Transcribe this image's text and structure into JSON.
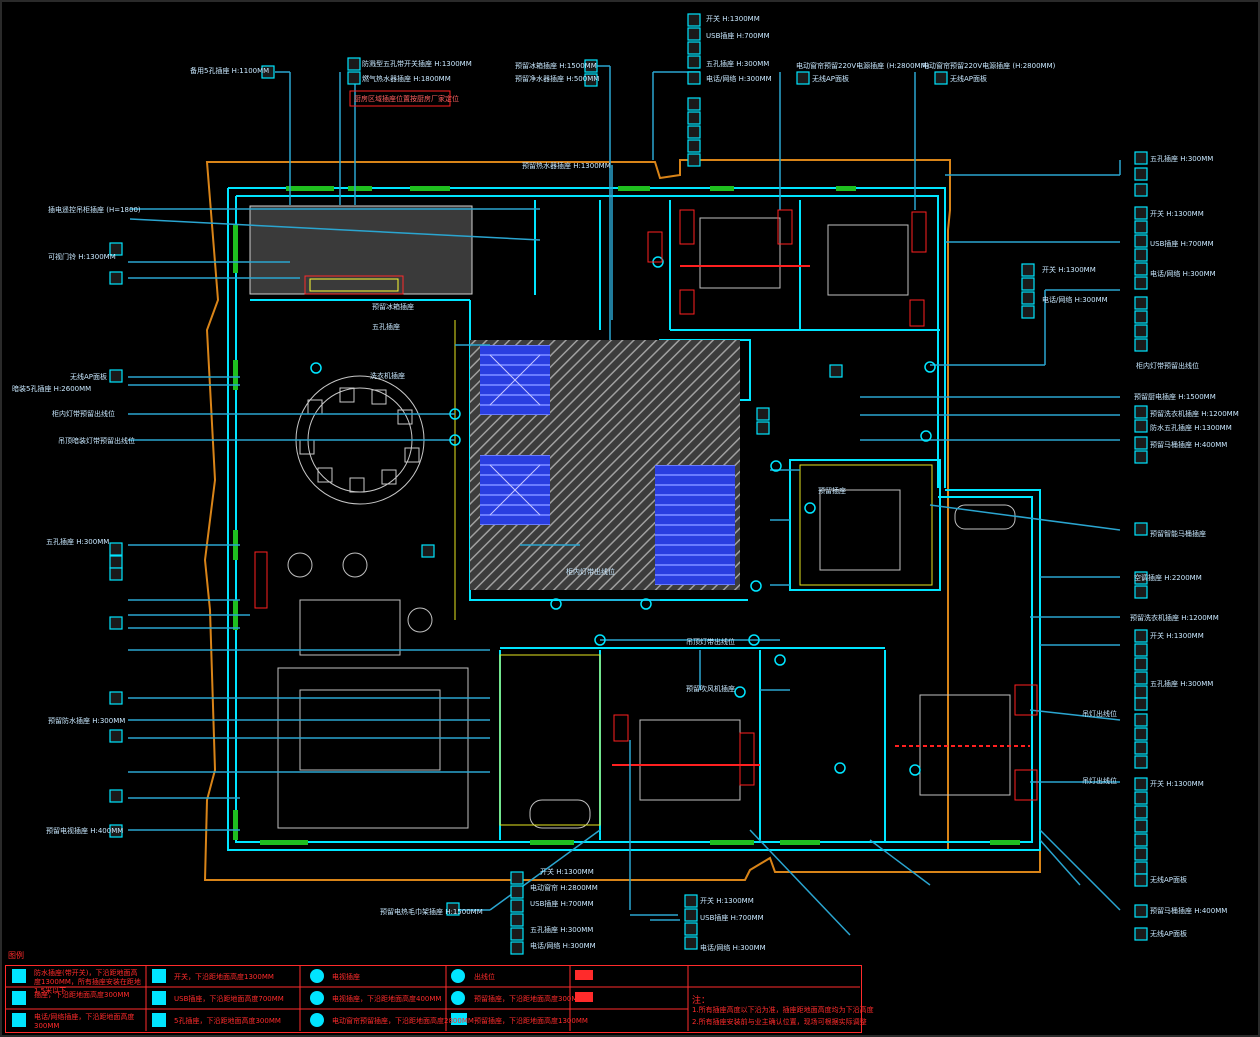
{
  "drawing": {
    "labels_left": [
      "插电遥控吊柜插座 (H=1800)",
      "可视门铃 H:1300MM",
      "无线AP面板",
      "暗装5孔插座 H:2600MM",
      "柜内灯带预留出线位",
      "吊顶暗装灯带预留出线位",
      "五孔插座 H:300MM",
      "预留防水插座 H:300MM",
      "预留电视插座 H:400MM"
    ],
    "labels_right": [
      "开关 H:1300MM",
      "USB插座 H:700MM",
      "电话/网络 H:300MM",
      "五孔插座 H:300MM",
      "无线AP面板",
      "预留厨电插座 H:1500MM",
      "预留洗衣机插座 H:1200MM",
      "柜内灯带预留出线位",
      "防水五孔插座 H:1300MM",
      "预留马桶插座 H:400MM",
      "空调插座 H:2200MM",
      "预留智能马桶插座",
      "吊灯出线位"
    ],
    "labels_top": [
      "备用5孔插座 H:1100MM",
      "防溅型五孔带开关插座 H:1300MM",
      "燃气热水器插座 H:1800MM",
      "厨房区域插座位置按厨房厂家定位",
      "预留冰箱插座 H:1500MM",
      "预留净水器插座 H:500MM",
      "预留热水器插座 H:1300MM",
      "电动窗帘预留220V电源插座 (H:2800MM)",
      "电动窗帘预留220V电源插座 (H:2800MM)"
    ],
    "labels_bottom": [
      "开关 H:1300MM",
      "电动窗帘 H:2800MM",
      "USB插座 H:700MM",
      "五孔插座 H:300MM",
      "电话/网络 H:300MM",
      "预留电热毛巾架插座 H:1500MM"
    ],
    "room_labels": [
      "预留冰箱插座",
      "五孔插座",
      "洗衣机插座",
      "预留吹风机插座",
      "柜内灯带出线位",
      "吊顶灯带出线位",
      "预留插座"
    ]
  },
  "legend": {
    "title": "图例",
    "rows": [
      {
        "symbol": "防水插座",
        "text": "防水插座(带开关)，下沿距地面高度1300MM，所有插座安装在距地1.5米以下"
      },
      {
        "symbol": "插座",
        "text": "插座，下沿距地面高度300MM"
      },
      {
        "symbol": "电话网络",
        "text": "电话/网络插座，下沿距地面高度300MM"
      },
      {
        "symbol": "开关",
        "text": "开关，下沿距地面高度1300MM"
      },
      {
        "symbol": "USB",
        "text": "USB插座，下沿距地面高度700MM"
      },
      {
        "symbol": "5孔插座",
        "text": "5孔插座，下沿距地面高度300MM"
      },
      {
        "symbol": "电视插座",
        "text": "电视插座"
      },
      {
        "symbol": "电视插座2",
        "text": "电视插座，下沿距地面高度400MM"
      },
      {
        "symbol": "电动窗帘",
        "text": "电动窗帘预留插座，下沿距地面高度2800MM"
      },
      {
        "symbol": "出线位",
        "text": "出线位"
      },
      {
        "symbol": "预留插座",
        "text": "预留插座，下沿距地面高度300MM"
      },
      {
        "symbol": "出线位2",
        "text": "预留插座，下沿距地面高度1300MM"
      }
    ],
    "notes": [
      "注：",
      "1.所有插座高度以下沿为准，插座距地面高度均为下沿高度",
      "2.所有插座安装前与业主确认位置，现场可根据实际调整"
    ],
    "colors": {
      "wall": "#00e5ff",
      "annotation": "#00aaff",
      "leader": "#2aa5d0",
      "legend": "#ff2b2b",
      "window": "#1fbf1f",
      "outline": "#e08a1a",
      "hatch": "#8a8a8a",
      "blue_fill": "#2b3dd8"
    }
  }
}
